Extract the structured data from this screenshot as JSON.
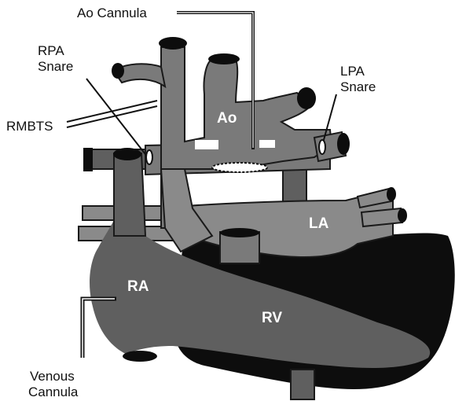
{
  "labels": {
    "ao_cannula": "Ao Cannula",
    "rpa_snare_line1": "RPA",
    "rpa_snare_line2": "Snare",
    "lpa_snare_line1": "LPA",
    "lpa_snare_line2": "Snare",
    "rmbts": "RMBTS",
    "venous_cannula_line1": "Venous",
    "venous_cannula_line2": "Cannula",
    "ao": "Ao",
    "la": "LA",
    "ra": "RA",
    "rv": "RV"
  },
  "colors": {
    "heart_dark": "#0d0d0d",
    "chamber_gray": "#5f5f5f",
    "vessel_gray": "#7a7a7a",
    "background": "#ffffff"
  }
}
